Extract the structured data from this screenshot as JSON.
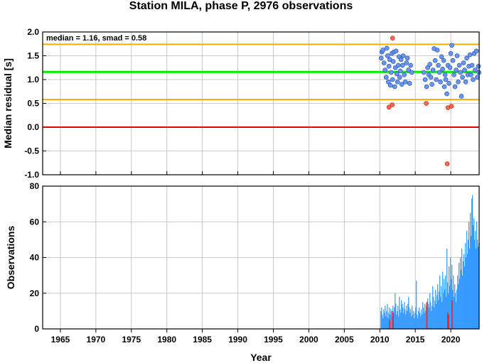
{
  "title": "Station MILA, phase P, 2976 observations",
  "colors": {
    "median_line": "#00ee00",
    "smad_lines": "#ffaa00",
    "zero_line": "#ee0000",
    "good_points": "#6699ee",
    "outlier_points": "#ff6655",
    "obs_bars": "#3399ff",
    "obs_bars_flagged": "#ee2222",
    "grid": "#bbbbbb"
  },
  "chart_data": [
    {
      "type": "scatter",
      "ylabel": "Median residual [s]",
      "annotation": "median = 1.16, smad = 0.58",
      "xlim": [
        1962.5,
        2024.0
      ],
      "ylim": [
        -1.0,
        2.0
      ],
      "yticks": [
        "2.0",
        "1.5",
        "1.0",
        "0.5",
        "0.0",
        "-0.5",
        "-1.0"
      ],
      "median": 1.16,
      "upper_band": 1.74,
      "lower_band": 0.58,
      "zero": 0.0,
      "grid": true,
      "normal_points": [
        [
          2010.2,
          1.45
        ],
        [
          2010.3,
          1.58
        ],
        [
          2010.45,
          1.62
        ],
        [
          2010.6,
          1.35
        ],
        [
          2010.75,
          1.2
        ],
        [
          2010.9,
          1.05
        ],
        [
          2011.0,
          1.66
        ],
        [
          2011.1,
          1.5
        ],
        [
          2011.2,
          0.95
        ],
        [
          2011.3,
          1.28
        ],
        [
          2011.4,
          1.42
        ],
        [
          2011.5,
          0.88
        ],
        [
          2011.6,
          1.15
        ],
        [
          2011.7,
          1.55
        ],
        [
          2011.8,
          1.0
        ],
        [
          2011.9,
          1.38
        ],
        [
          2012.0,
          1.58
        ],
        [
          2012.1,
          0.85
        ],
        [
          2012.2,
          1.25
        ],
        [
          2012.3,
          1.6
        ],
        [
          2012.4,
          1.12
        ],
        [
          2012.5,
          0.95
        ],
        [
          2012.6,
          1.3
        ],
        [
          2012.7,
          1.48
        ],
        [
          2012.8,
          1.05
        ],
        [
          2012.9,
          1.18
        ],
        [
          2013.0,
          1.42
        ],
        [
          2013.1,
          0.9
        ],
        [
          2013.2,
          1.3
        ],
        [
          2013.3,
          1.5
        ],
        [
          2013.45,
          1.1
        ],
        [
          2013.6,
          0.95
        ],
        [
          2013.75,
          1.35
        ],
        [
          2013.9,
          1.45
        ],
        [
          2014.05,
          1.2
        ],
        [
          2014.2,
          0.92
        ],
        [
          2014.35,
          1.3
        ],
        [
          2014.5,
          1.15
        ],
        [
          2016.2,
          1.15
        ],
        [
          2016.4,
          1.0
        ],
        [
          2016.6,
          0.85
        ],
        [
          2016.75,
          1.25
        ],
        [
          2016.9,
          1.1
        ],
        [
          2017.05,
          1.32
        ],
        [
          2017.2,
          1.05
        ],
        [
          2017.35,
          0.9
        ],
        [
          2017.5,
          1.2
        ],
        [
          2017.65,
          1.65
        ],
        [
          2017.8,
          1.4
        ],
        [
          2017.95,
          1.0
        ],
        [
          2018.1,
          1.62
        ],
        [
          2018.25,
          1.3
        ],
        [
          2018.4,
          1.15
        ],
        [
          2018.55,
          0.95
        ],
        [
          2018.7,
          1.48
        ],
        [
          2018.85,
          1.22
        ],
        [
          2019.0,
          1.4
        ],
        [
          2019.1,
          0.85
        ],
        [
          2019.2,
          1.1
        ],
        [
          2019.3,
          1.0
        ],
        [
          2019.45,
          0.7
        ],
        [
          2019.6,
          1.3
        ],
        [
          2019.75,
          0.92
        ],
        [
          2019.9,
          1.25
        ],
        [
          2020.0,
          1.55
        ],
        [
          2020.15,
          1.72
        ],
        [
          2020.3,
          1.4
        ],
        [
          2020.45,
          1.1
        ],
        [
          2020.6,
          0.85
        ],
        [
          2020.75,
          1.2
        ],
        [
          2020.9,
          1.5
        ],
        [
          2021.05,
          0.95
        ],
        [
          2021.2,
          1.3
        ],
        [
          2021.35,
          1.15
        ],
        [
          2021.5,
          0.65
        ],
        [
          2021.65,
          1.05
        ],
        [
          2021.8,
          1.35
        ],
        [
          2021.95,
          1.2
        ],
        [
          2022.1,
          0.95
        ],
        [
          2022.25,
          1.45
        ],
        [
          2022.4,
          1.1
        ],
        [
          2022.55,
          1.28
        ],
        [
          2022.7,
          1.52
        ],
        [
          2022.85,
          1.1
        ],
        [
          2023.0,
          1.3
        ],
        [
          2023.15,
          1.0
        ],
        [
          2023.3,
          1.55
        ],
        [
          2023.45,
          1.2
        ],
        [
          2023.6,
          1.6
        ],
        [
          2023.75,
          1.05
        ],
        [
          2023.9,
          1.28
        ],
        [
          2023.98,
          1.15
        ]
      ],
      "outlier_points": [
        [
          2011.3,
          0.42
        ],
        [
          2011.75,
          0.47
        ],
        [
          2011.8,
          1.87
        ],
        [
          2016.55,
          0.5
        ],
        [
          2019.5,
          -0.77
        ],
        [
          2019.6,
          0.41
        ],
        [
          2020.1,
          0.44
        ]
      ]
    },
    {
      "type": "bar",
      "xlabel": "Year",
      "ylabel": "Observations",
      "xlim": [
        1962.5,
        2024.0
      ],
      "ylim": [
        0,
        80
      ],
      "xticks": [
        "1965",
        "1970",
        "1975",
        "1980",
        "1985",
        "1990",
        "1995",
        "2000",
        "2005",
        "2010",
        "2015",
        "2020"
      ],
      "yticks": [
        "80",
        "60",
        "40",
        "20",
        "0"
      ],
      "grid": true,
      "bars": [
        [
          2010.1,
          10
        ],
        [
          2010.2,
          12
        ],
        [
          2010.3,
          8
        ],
        [
          2010.4,
          6
        ],
        [
          2010.5,
          11
        ],
        [
          2010.6,
          9
        ],
        [
          2010.7,
          13
        ],
        [
          2010.8,
          7
        ],
        [
          2010.9,
          10
        ],
        [
          2011.0,
          14
        ],
        [
          2011.1,
          6
        ],
        [
          2011.2,
          9
        ],
        [
          2011.3,
          12
        ],
        [
          2011.4,
          8
        ],
        [
          2011.5,
          11
        ],
        [
          2011.6,
          10
        ],
        [
          2011.7,
          7
        ],
        [
          2011.8,
          13
        ],
        [
          2011.9,
          9
        ],
        [
          2012.0,
          12
        ],
        [
          2012.1,
          20
        ],
        [
          2012.2,
          14
        ],
        [
          2012.3,
          8
        ],
        [
          2012.4,
          10
        ],
        [
          2012.5,
          13
        ],
        [
          2012.6,
          7
        ],
        [
          2012.7,
          18
        ],
        [
          2012.8,
          11
        ],
        [
          2012.9,
          9
        ],
        [
          2013.0,
          16
        ],
        [
          2013.1,
          14
        ],
        [
          2013.2,
          12
        ],
        [
          2013.3,
          9
        ],
        [
          2013.4,
          15
        ],
        [
          2013.5,
          11
        ],
        [
          2013.6,
          8
        ],
        [
          2013.7,
          13
        ],
        [
          2013.8,
          10
        ],
        [
          2013.9,
          14
        ],
        [
          2014.0,
          18
        ],
        [
          2014.1,
          12
        ],
        [
          2014.2,
          9
        ],
        [
          2014.3,
          11
        ],
        [
          2014.4,
          7
        ],
        [
          2014.5,
          13
        ],
        [
          2014.6,
          8
        ],
        [
          2014.7,
          10
        ],
        [
          2014.8,
          6
        ],
        [
          2014.9,
          9
        ],
        [
          2015.0,
          12
        ],
        [
          2015.1,
          27
        ],
        [
          2015.2,
          8
        ],
        [
          2015.3,
          6
        ],
        [
          2015.4,
          10
        ],
        [
          2015.5,
          12
        ],
        [
          2015.6,
          9
        ],
        [
          2015.7,
          7
        ],
        [
          2015.8,
          11
        ],
        [
          2015.9,
          8
        ],
        [
          2016.0,
          15
        ],
        [
          2016.1,
          12
        ],
        [
          2016.2,
          9
        ],
        [
          2016.3,
          14
        ],
        [
          2016.4,
          10
        ],
        [
          2016.5,
          13
        ],
        [
          2016.6,
          11
        ],
        [
          2016.7,
          17
        ],
        [
          2016.8,
          14
        ],
        [
          2016.9,
          12
        ],
        [
          2017.0,
          20
        ],
        [
          2017.1,
          15
        ],
        [
          2017.2,
          10
        ],
        [
          2017.3,
          13
        ],
        [
          2017.4,
          24
        ],
        [
          2017.5,
          18
        ],
        [
          2017.6,
          12
        ],
        [
          2017.7,
          16
        ],
        [
          2017.8,
          22
        ],
        [
          2017.9,
          14
        ],
        [
          2018.0,
          19
        ],
        [
          2018.1,
          25
        ],
        [
          2018.2,
          16
        ],
        [
          2018.3,
          21
        ],
        [
          2018.4,
          30
        ],
        [
          2018.5,
          18
        ],
        [
          2018.6,
          24
        ],
        [
          2018.7,
          15
        ],
        [
          2018.8,
          32
        ],
        [
          2018.9,
          20
        ],
        [
          2019.0,
          28
        ],
        [
          2019.1,
          22
        ],
        [
          2019.2,
          30
        ],
        [
          2019.3,
          18
        ],
        [
          2019.4,
          45
        ],
        [
          2019.5,
          26
        ],
        [
          2019.6,
          20
        ],
        [
          2019.7,
          35
        ],
        [
          2019.8,
          24
        ],
        [
          2019.9,
          40
        ],
        [
          2020.0,
          28
        ],
        [
          2020.1,
          36
        ],
        [
          2020.2,
          22
        ],
        [
          2020.3,
          30
        ],
        [
          2020.4,
          18
        ],
        [
          2020.5,
          25
        ],
        [
          2020.6,
          20
        ],
        [
          2020.7,
          15
        ],
        [
          2020.8,
          22
        ],
        [
          2020.9,
          30
        ],
        [
          2021.0,
          25
        ],
        [
          2021.1,
          37
        ],
        [
          2021.2,
          28
        ],
        [
          2021.3,
          40
        ],
        [
          2021.4,
          33
        ],
        [
          2021.5,
          45
        ],
        [
          2021.6,
          30
        ],
        [
          2021.7,
          38
        ],
        [
          2021.8,
          42
        ],
        [
          2021.9,
          35
        ],
        [
          2022.0,
          48
        ],
        [
          2022.1,
          40
        ],
        [
          2022.2,
          55
        ],
        [
          2022.3,
          42
        ],
        [
          2022.4,
          50
        ],
        [
          2022.5,
          60
        ],
        [
          2022.6,
          45
        ],
        [
          2022.7,
          65
        ],
        [
          2022.8,
          52
        ],
        [
          2022.9,
          73
        ],
        [
          2023.0,
          75
        ],
        [
          2023.1,
          58
        ],
        [
          2023.2,
          62
        ],
        [
          2023.3,
          50
        ],
        [
          2023.4,
          55
        ],
        [
          2023.5,
          45
        ],
        [
          2023.6,
          60
        ],
        [
          2023.7,
          50
        ],
        [
          2023.8,
          46
        ],
        [
          2023.9,
          48
        ]
      ],
      "flagged_bars": [
        [
          2011.3,
          5
        ],
        [
          2011.75,
          10
        ],
        [
          2011.8,
          9
        ],
        [
          2016.55,
          15
        ],
        [
          2019.5,
          9
        ],
        [
          2019.6,
          8
        ],
        [
          2020.1,
          16
        ]
      ]
    }
  ]
}
